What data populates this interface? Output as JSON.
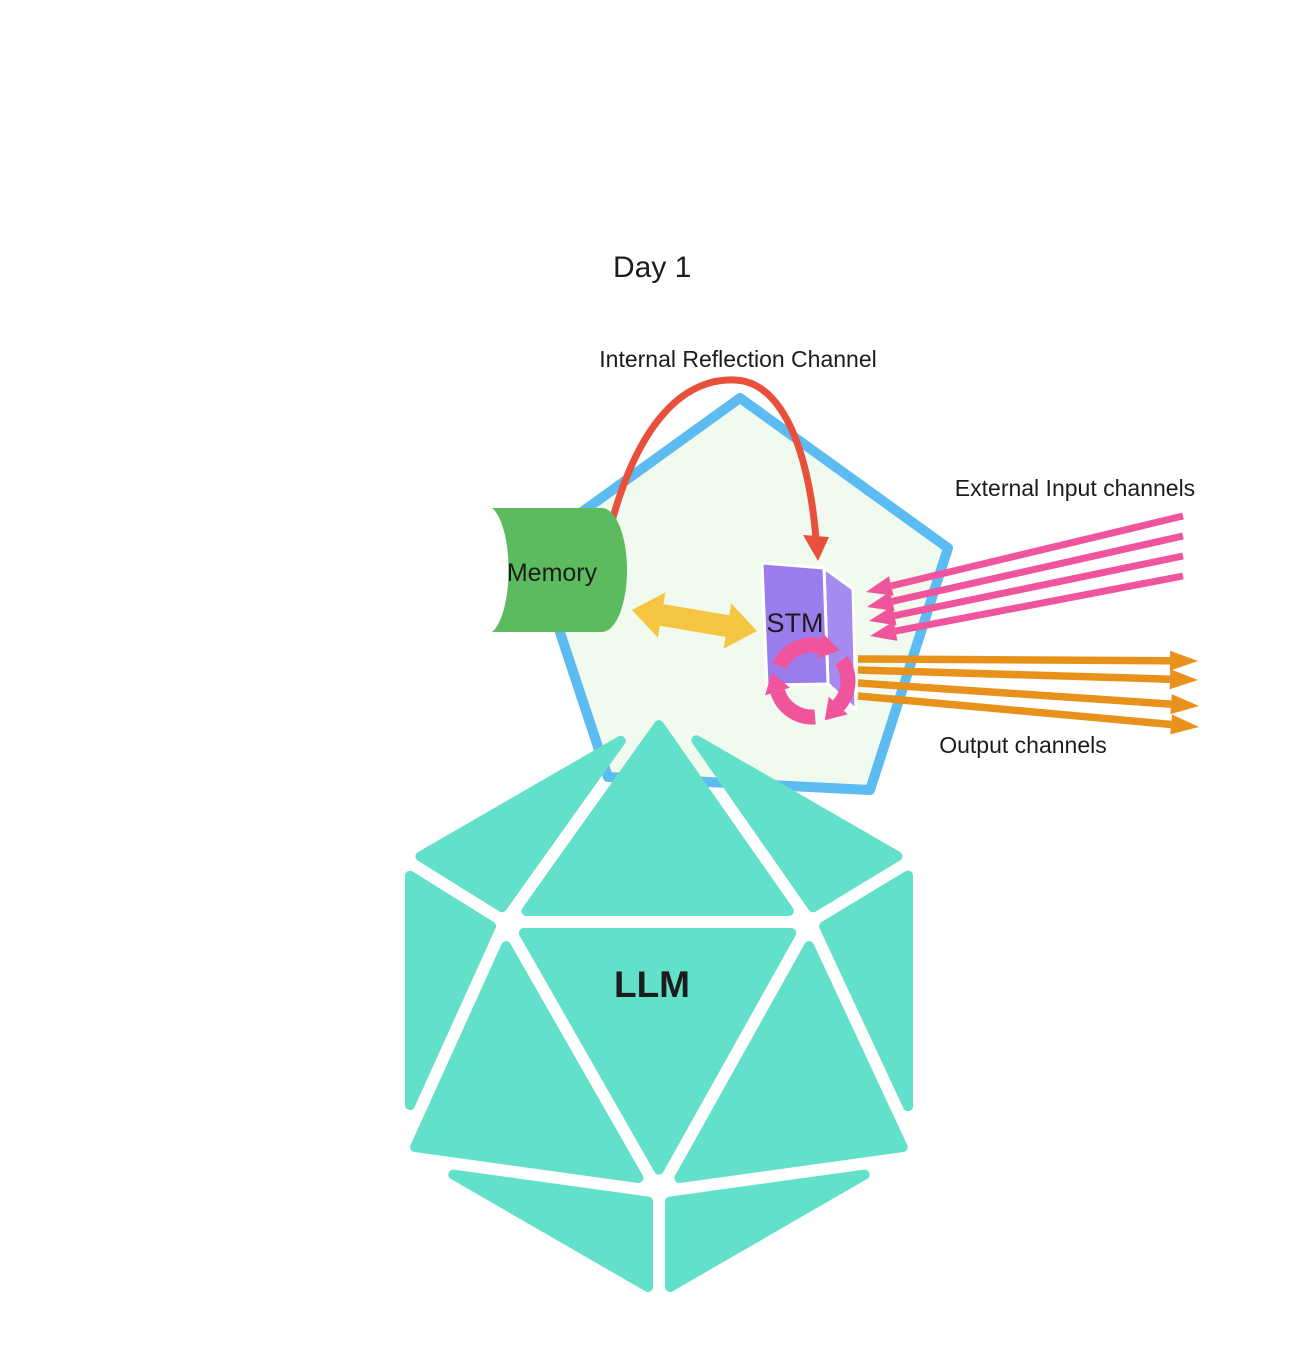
{
  "title": "Day 1",
  "diagram": {
    "nodes": {
      "memory": "Memory",
      "stm": "STM",
      "llm": "LLM"
    },
    "channels": {
      "internal_reflection": {
        "label": "Internal Reflection Channel"
      },
      "external_input": {
        "label": "External Input channels",
        "count": 4
      },
      "output": {
        "label": "Output channels",
        "count": 4
      }
    }
  },
  "colors": {
    "background": "#ffffff",
    "pentagon_fill": "#f0faee",
    "pentagon_border": "#5cbbf1",
    "memory_green": "#5cbb5f",
    "stm_purple_front": "#9b7cec",
    "stm_purple_side": "#a58bf0",
    "recycle_pink": "#f0549d",
    "input_pink": "#f0549d",
    "output_orange": "#e8921c",
    "reflection_red": "#e8503c",
    "transfer_yellow": "#f6c642",
    "llm_teal": "#63e0c9",
    "text": "#1c1c1c"
  }
}
